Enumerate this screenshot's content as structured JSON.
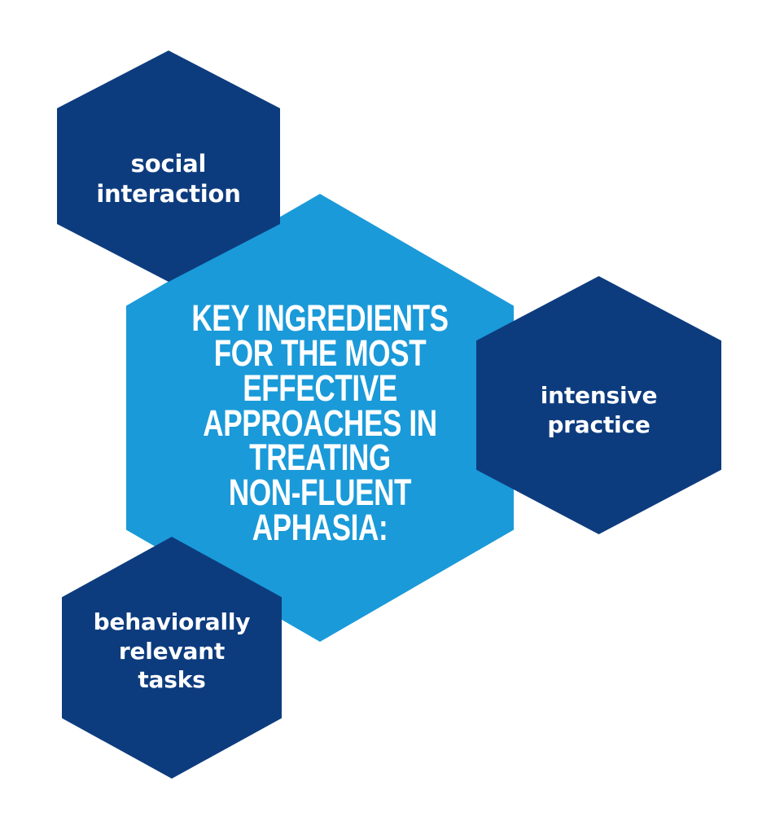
{
  "figure": {
    "kind": "hexagon-cluster-infographic",
    "background_color": "#ffffff",
    "center_color": "#1a9ad9",
    "node_color": "#0d3c7e",
    "text_color": "#ffffff"
  },
  "center": {
    "heading_full": "KEY INGREDIENTS FOR THE MOST EFFECTIVE APPROACHES IN TREATING NON-FLUENT APHASIA:",
    "lines": [
      "KEY INGREDIENTS",
      "FOR THE MOST",
      "EFFECTIVE",
      "APPROACHES IN",
      "TREATING",
      "NON-FLUENT",
      "APHASIA:"
    ]
  },
  "nodes": [
    {
      "id": "social-interaction",
      "label_full": "social interaction",
      "lines": [
        "social",
        "interaction"
      ],
      "position": "top-left"
    },
    {
      "id": "intensive-practice",
      "label_full": "intensive practice",
      "lines": [
        "intensive",
        "practice"
      ],
      "position": "right"
    },
    {
      "id": "behaviorally-relevant-tasks",
      "label_full": "behaviorally relevant tasks",
      "lines": [
        "behaviorally",
        "relevant",
        "tasks"
      ],
      "position": "bottom-left"
    }
  ]
}
